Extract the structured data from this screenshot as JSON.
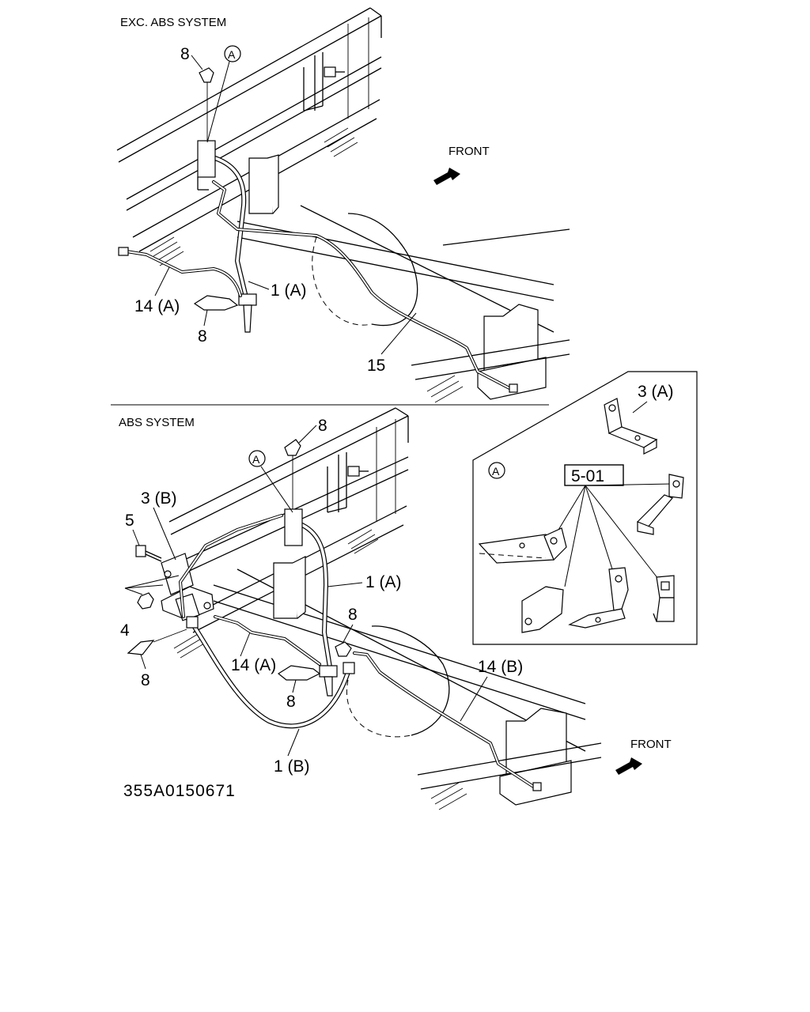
{
  "diagram": {
    "top_section": {
      "heading": "EXC. ABS SYSTEM",
      "front_label": "FRONT",
      "callouts": {
        "clip_upper": "8",
        "clip_lower": "8",
        "detail_ref": "A",
        "hose": "1 (A)",
        "pipe_left": "14 (A)",
        "pipe_rear": "15"
      }
    },
    "bottom_section": {
      "heading": "ABS SYSTEM",
      "front_label": "FRONT",
      "callouts": {
        "clip_top": "8",
        "detail_ref": "A",
        "bracket": "3 (B)",
        "bolt": "5",
        "nut": "4",
        "clip_left": "8",
        "clip_mid": "8",
        "clip_right": "8",
        "hose_a": "1 (A)",
        "hose_b": "1 (B)",
        "pipe_left": "14 (A)",
        "pipe_right": "14 (B)"
      }
    },
    "detail_a": {
      "ref": "A",
      "group_ref": "5-01",
      "bracket_label": "3 (A)"
    },
    "document_id": "355A0150671"
  }
}
